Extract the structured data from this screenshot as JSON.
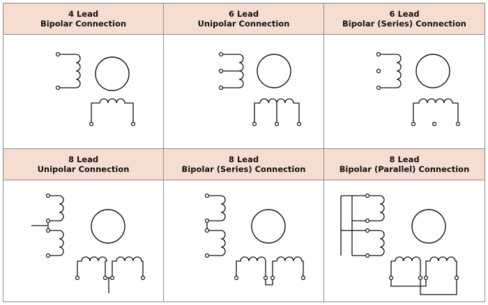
{
  "panels": [
    {
      "lead": "4 Lead",
      "connection": "Bipolar Connection"
    },
    {
      "lead": "6 Lead",
      "connection": "Unipolar Connection"
    },
    {
      "lead": "6 Lead",
      "connection": "Bipolar (Series) Connection"
    },
    {
      "lead": "8 Lead",
      "connection": "Unipolar Connection"
    },
    {
      "lead": "8 Lead",
      "connection": "Bipolar (Series) Connection"
    },
    {
      "lead": "8 Lead",
      "connection": "Bipolar (Parallel) Connection"
    }
  ],
  "colors": {
    "header_bg": "#f5ddd2",
    "border": "#8c8c8c",
    "line": "#111111"
  }
}
